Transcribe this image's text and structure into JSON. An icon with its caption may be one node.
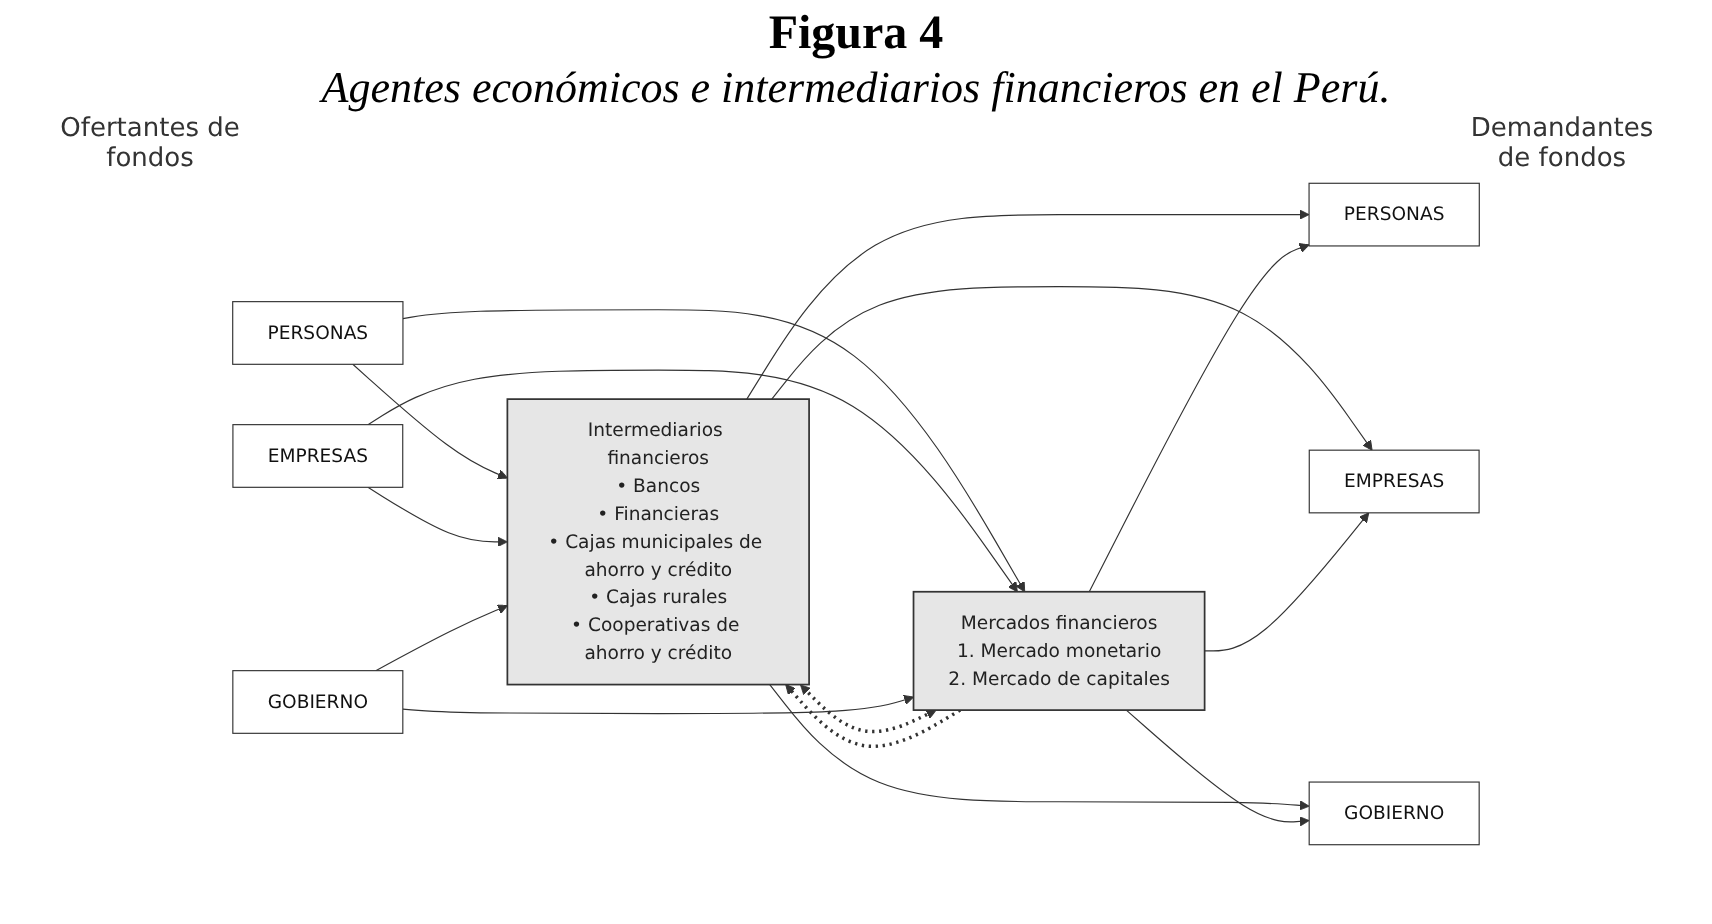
{
  "diagram": {
    "title": "Figura 4",
    "caption": "Agentes económicos e intermediarios financieros en el Perú.",
    "nodes": [
      {
        "text": [
          "PERSONAS"
        ]
      },
      {
        "text": [
          "EMPRESAS"
        ]
      },
      {
        "text": [
          "GOBIERNO"
        ]
      },
      {
        "text": [
          "Intermediarios financieros",
          "• Bancos",
          "• Financieras",
          "• Cajas municipales de ahorro y crédito",
          "• Cajas rurales",
          "• Cooperativas de ahorro y crédito"
        ]
      },
      {
        "text": [
          "Mercados financieros",
          "1. Mercado monetario",
          "2. Mercado de capitales"
        ]
      },
      {
        "text": [
          "PERSONAS"
        ]
      },
      {
        "text": [
          "EMPRESAS"
        ]
      },
      {
        "text": [
          "GOBIERNO"
        ]
      }
    ],
    "edges": [
      {
        "from": 0,
        "to": 3,
        "arrow": "to"
      },
      {
        "from": 0,
        "to": 4,
        "arrow": "to"
      },
      {
        "from": 1,
        "to": 3,
        "arrow": "to"
      },
      {
        "from": 1,
        "to": 4,
        "arrow": "to"
      },
      {
        "from": 2,
        "to": 3,
        "arrow": "to"
      },
      {
        "from": 2,
        "to": 4,
        "arrow": "to"
      },
      {
        "from": 3,
        "to": 4,
        "arrow": "both",
        "style": "dashed"
      },
      {
        "from": 3,
        "to": 5,
        "arrow": "to"
      },
      {
        "from": 3,
        "to": 6,
        "arrow": "to"
      },
      {
        "from": 3,
        "to": 7,
        "arrow": "to"
      },
      {
        "from": 4,
        "to": 5,
        "arrow": "to"
      },
      {
        "from": 4,
        "to": 6,
        "arrow": "to"
      },
      {
        "from": 4,
        "to": 7,
        "arrow": "to"
      },
      {
        "from": 4,
        "to": 3,
        "arrow": "to",
        "style": "dashed"
      }
    ],
    "labels": [
      "Ofertantes de fondos",
      "Demandantes de fondos"
    ]
  }
}
